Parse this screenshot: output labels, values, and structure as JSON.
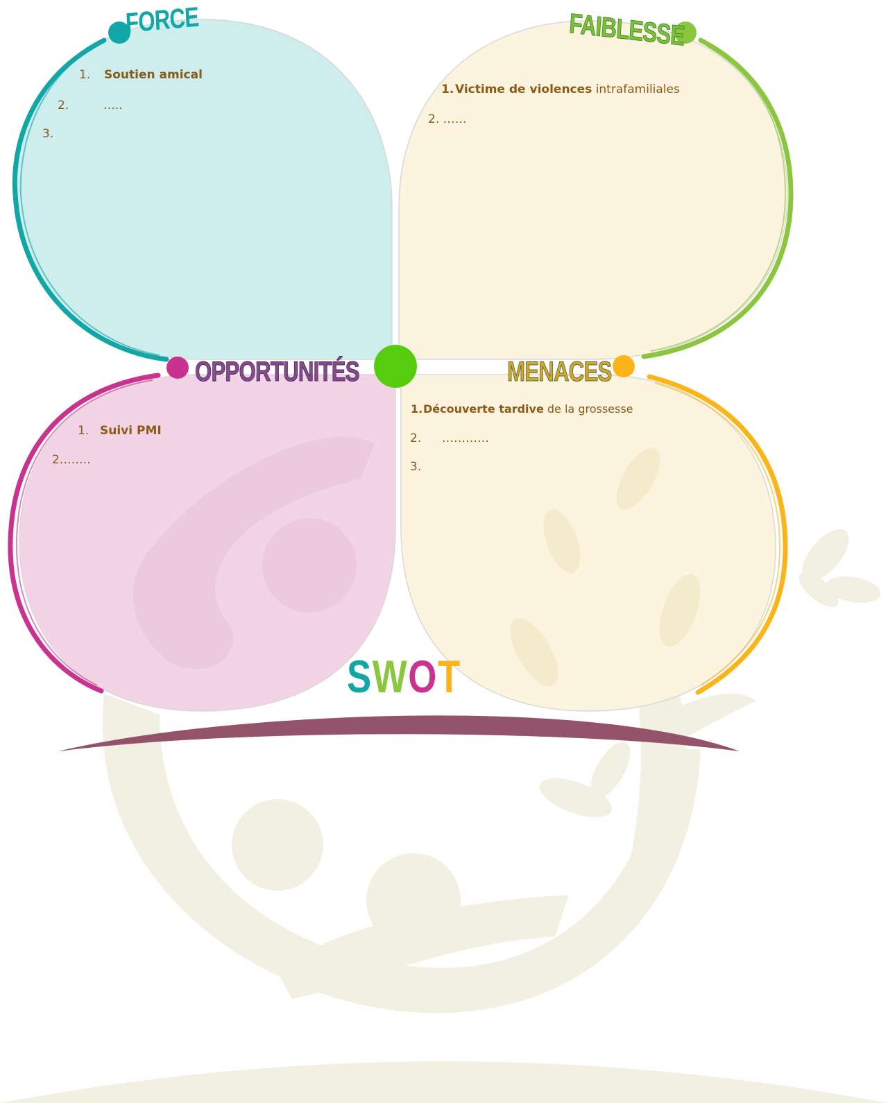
{
  "quadrants": {
    "force": {
      "title": "FORCE",
      "items": [
        {
          "num": "1.",
          "text": "Soutien amical"
        },
        {
          "num": "2.",
          "text": "….."
        },
        {
          "num": "3.",
          "text": ""
        }
      ]
    },
    "faiblesse": {
      "title": "FAIBLESSE",
      "items": [
        {
          "num": "1.",
          "bold": "Victime de violences",
          "text": "intrafamiliales"
        },
        {
          "num": "2.",
          "text": "……"
        }
      ]
    },
    "opportunites": {
      "title": "OPPORTUNITÉS",
      "items": [
        {
          "num": "1.",
          "text": "Suivi PMI"
        },
        {
          "num": "2.",
          "text": "……."
        }
      ]
    },
    "menaces": {
      "title": "MENACES",
      "items": [
        {
          "num": "1.",
          "bold": "Découverte tardive",
          "text": "de la grossesse"
        },
        {
          "num": "2.",
          "text": "…………"
        },
        {
          "num": "3.",
          "text": ""
        }
      ]
    }
  },
  "swot": {
    "letters": [
      "S",
      "W",
      "O",
      "T"
    ]
  },
  "colors": {
    "force": "#12a7a6",
    "faiblesse": "#8cc63f",
    "opportunites": "#c9338f",
    "menaces": "#fbb41a",
    "center": "#57cc0f",
    "base": "#93536a",
    "text": "#8a5a16"
  }
}
